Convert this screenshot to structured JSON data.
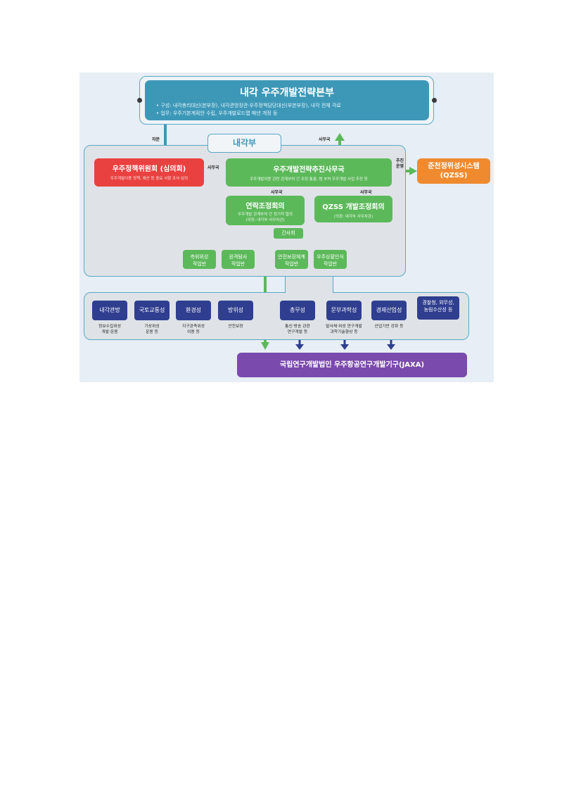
{
  "headquarters": {
    "title": "내각 우주개발전략본부",
    "line1": "• 구성: 내각총리대신(본부장), 내각관방장관·우주정책담당대신(부본부장), 내각 전체 각료",
    "line2": "• 업무: 우주기본계획안 수립, 우주개발로드맵 매년 개정 등"
  },
  "cabinet_office": "내각부",
  "committee": {
    "title": "우주정책위원회 (심의회)",
    "desc": "우주개발이용 정책, 예산 등 중요 사항 조사·심의"
  },
  "secretariat": {
    "title": "우주개발전략추진사무국",
    "desc": "우주개발이용 관련 관계부처 간 조정 통괄, 범 부처 우주개발 사업 추진 등"
  },
  "qzss_system": {
    "line1": "준천정위성시스템",
    "line2": "(QZSS)"
  },
  "liaison": {
    "title": "연락조정회의",
    "desc1": "우주개발 관계부처 간 정기적 협의",
    "desc2": "(의장: 내각부 사무차관)"
  },
  "qzss_council": {
    "title": "QZSS 개발조정회의",
    "desc": "(의장: 내각부 사무차관)"
  },
  "executive_meeting": "간사회",
  "working_groups": [
    {
      "line1": "측위위성",
      "line2": "작업반"
    },
    {
      "line1": "원격탐사",
      "line2": "작업반"
    },
    {
      "line1": "안전보장체계",
      "line2": "작업반"
    },
    {
      "line1": "우주상황인식",
      "line2": "작업반"
    }
  ],
  "arrow_labels": {
    "report": "자문",
    "secretariat_up": "사무국",
    "secretariat_left": "사무국",
    "secretariat_liaison": "사무국",
    "secretariat_qzss": "사무국",
    "promote_line1": "추진",
    "promote_line2": "운영"
  },
  "ministries": [
    {
      "name": "내각관방",
      "desc1": "정보수집위성",
      "desc2": "개발·운용"
    },
    {
      "name": "국토교통성",
      "desc1": "기상위성",
      "desc2": "운용 등"
    },
    {
      "name": "환경성",
      "desc1": "지구관측위성",
      "desc2": "이용 등"
    },
    {
      "name": "방위성",
      "desc1": "안전보장",
      "desc2": ""
    },
    {
      "name": "총무성",
      "desc1": "통신·방송 관련",
      "desc2": "연구개발 등"
    },
    {
      "name": "문부과학성",
      "desc1": "발사체·위성 연구개발",
      "desc2": "과학기술향상 등"
    },
    {
      "name": "경제산업성",
      "desc1": "산업기반 강화 등",
      "desc2": ""
    },
    {
      "name1": "경찰청, 외무성,",
      "name2": "농림수산성 등",
      "desc1": "",
      "desc2": ""
    }
  ],
  "jaxa": "국립연구개발법인 우주항공연구개발기구(JAXA)"
}
